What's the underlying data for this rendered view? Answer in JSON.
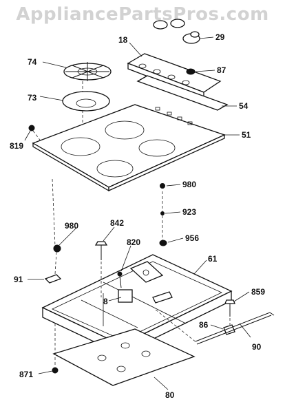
{
  "watermark": "AppliancePartsPros.com",
  "part_labels": {
    "p18": "18",
    "p29": "29",
    "p74": "74",
    "p87": "87",
    "p73": "73",
    "p54": "54",
    "p51": "51",
    "p819": "819",
    "p980a": "980",
    "p923": "923",
    "p980b": "980",
    "p842": "842",
    "p820": "820",
    "p956": "956",
    "p61": "61",
    "p91": "91",
    "p859": "859",
    "p8": "8",
    "p86": "86",
    "p90": "90",
    "p871": "871",
    "p80": "80"
  }
}
